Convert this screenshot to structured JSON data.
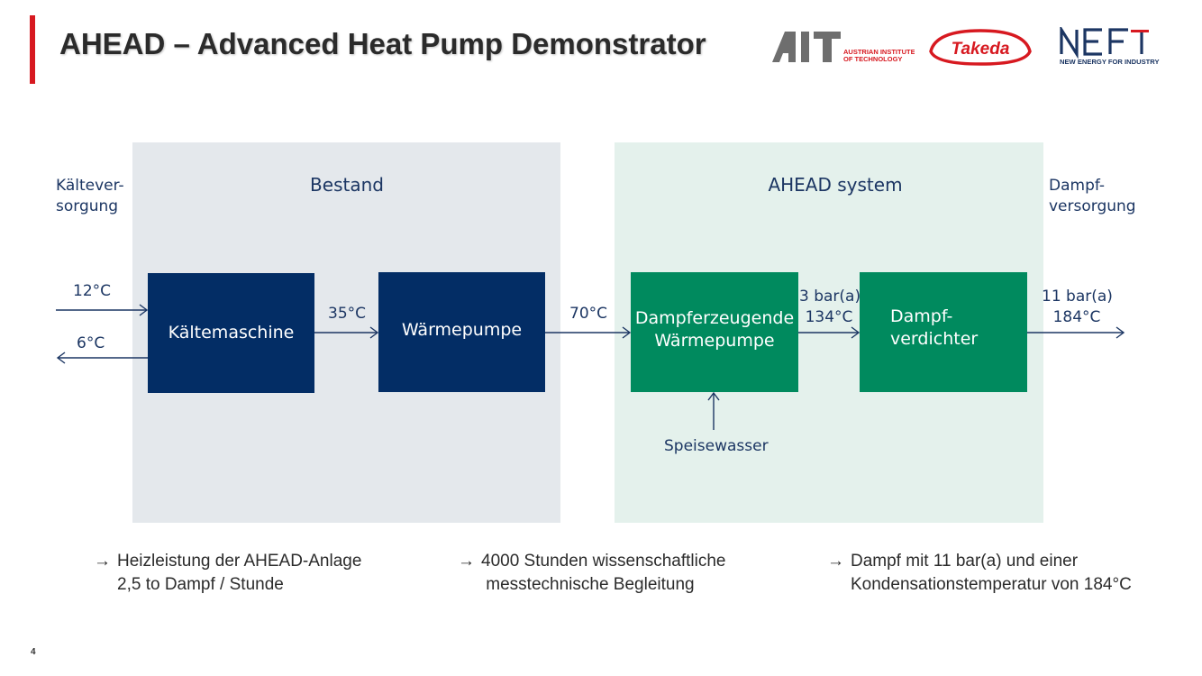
{
  "header": {
    "title": "AHEAD – Advanced Heat Pump Demonstrator",
    "accent_color": "#d71920"
  },
  "logos": {
    "ait": {
      "mark": "AIT",
      "sub1": "AUSTRIAN INSTITUTE",
      "sub2": "OF TECHNOLOGY",
      "color": "#6e6e6e",
      "accent": "#d71920"
    },
    "takeda": {
      "text": "Takeda",
      "color": "#d71920"
    },
    "nefi": {
      "mark": "NEFI",
      "sub": "NEW ENERGY FOR INDUSTRY",
      "color": "#1c3663",
      "accent": "#d71920"
    }
  },
  "diagram": {
    "regions": {
      "bestand": {
        "title": "Bestand",
        "color": "#e4e8ec"
      },
      "ahead": {
        "title": "AHEAD system",
        "color": "#e4f1ec"
      }
    },
    "side_labels": {
      "left": [
        "Kältever-",
        "sorgung"
      ],
      "right": [
        "Dampf-",
        "versorgung"
      ]
    },
    "boxes": {
      "kaeltemaschine": "Kältemaschine",
      "waermepumpe": "Wärmepumpe",
      "dampferzeugende": [
        "Dampferzeugende",
        "Wärmepumpe"
      ],
      "dampfverdichter": [
        "Dampf-",
        "verdichter"
      ]
    },
    "box_colors": {
      "navy": "#032d65",
      "green": "#008a5e"
    },
    "flow_labels": {
      "in_temp": "12°C",
      "out_temp": "6°C",
      "between_1": "35°C",
      "between_2": "70°C",
      "mid_pressure": "3 bar(a)",
      "mid_temp": "134°C",
      "out_pressure": "11 bar(a)",
      "out_steam_temp": "184°C",
      "feed": "Speisewasser"
    },
    "line_color": "#1c3663"
  },
  "bullets": [
    {
      "arrow": "→",
      "lines": [
        "Heizleistung der AHEAD-Anlage",
        "2,5 to Dampf / Stunde"
      ]
    },
    {
      "arrow": "→",
      "lines": [
        "4000 Stunden wissenschaftliche",
        " messtechnische Begleitung"
      ]
    },
    {
      "arrow": "→",
      "lines": [
        "Dampf mit 11 bar(a) und einer",
        "Kondensationstemperatur von 184°C"
      ]
    }
  ],
  "footer": {
    "page_number": "4"
  }
}
